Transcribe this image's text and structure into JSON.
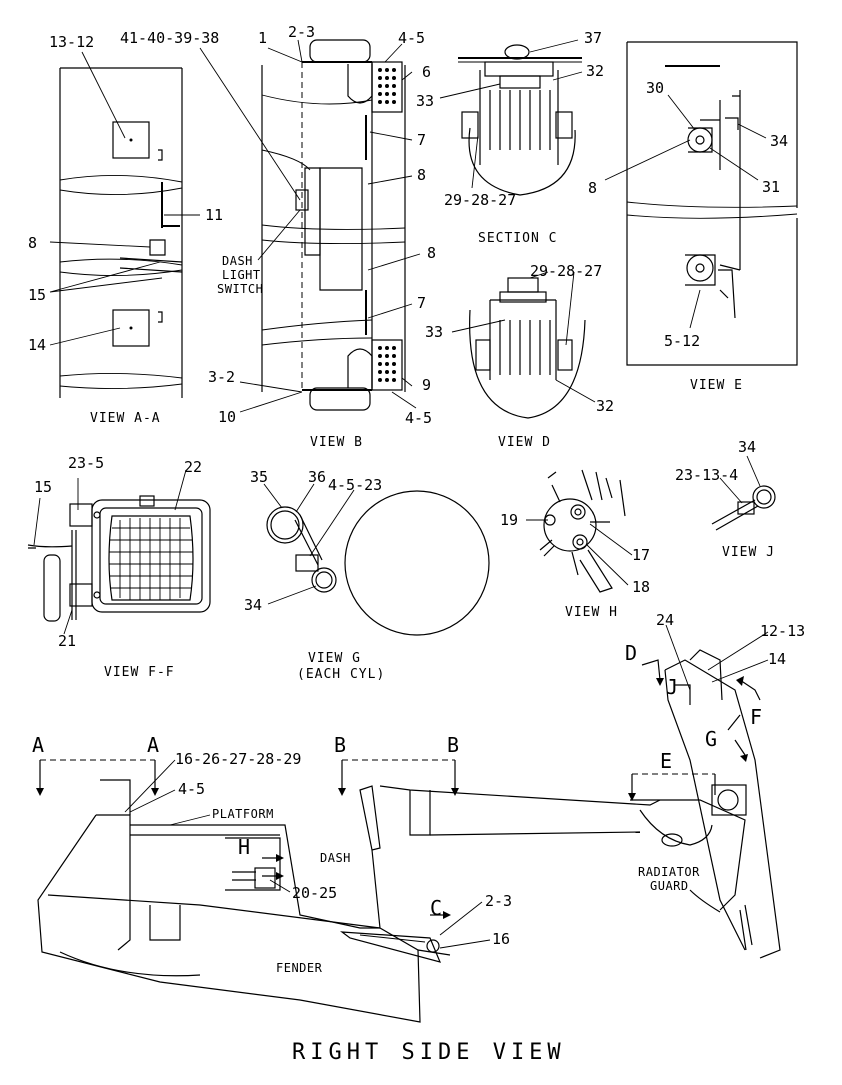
{
  "title": "RIGHT SIDE VIEW",
  "views": {
    "view_aa": "VIEW A-A",
    "view_b": "VIEW B",
    "section_c": "SECTION C",
    "view_d": "VIEW D",
    "view_e": "VIEW E",
    "view_ff": "VIEW F-F",
    "view_g_line1": "VIEW G",
    "view_g_line2": "(EACH CYL)",
    "view_h": "VIEW H",
    "view_j": "VIEW J"
  },
  "labels": {
    "dash_light_switch_1": "DASH",
    "dash_light_switch_2": "LIGHT",
    "dash_light_switch_3": "SWITCH",
    "platform": "PLATFORM",
    "dash": "DASH",
    "fender": "FENDER",
    "radiator_guard_1": "RADIATOR",
    "radiator_guard_2": "GUARD"
  },
  "section_letters": {
    "a_left": "A",
    "a_right": "A",
    "b_left": "B",
    "b_right": "B",
    "c": "C",
    "d": "D",
    "e": "E",
    "f": "F",
    "g": "G",
    "h": "H",
    "j": "J"
  },
  "callouts": {
    "aa_13_12": "13-12",
    "aa_11": "11",
    "aa_8": "8",
    "aa_15": "15",
    "aa_14": "14",
    "b_41": "41-40-39-38",
    "b_1": "1",
    "b_2_3": "2-3",
    "b_4_5_top": "4-5",
    "b_6": "6",
    "b_7_top": "7",
    "b_8_top": "8",
    "b_8_mid": "8",
    "b_7_bot": "7",
    "b_9": "9",
    "b_3_2": "3-2",
    "b_10": "10",
    "b_4_5_bot": "4-5",
    "c_37": "37",
    "c_32": "32",
    "c_33": "33",
    "c_29": "29-28-27",
    "d_29": "29-28-27",
    "d_33": "33",
    "d_32": "32",
    "e_30": "30",
    "e_34": "34",
    "e_8": "8",
    "e_31": "31",
    "e_5_12": "5-12",
    "ff_23_5": "23-5",
    "ff_22": "22",
    "ff_15": "15",
    "ff_21": "21",
    "g_35": "35",
    "g_36": "36",
    "g_4_5_23": "4-5-23",
    "g_34": "34",
    "h_19": "19",
    "h_17": "17",
    "h_18": "18",
    "j_34": "34",
    "j_23_13_4": "23-13-4",
    "m_24": "24",
    "m_12_13": "12-13",
    "m_14": "14",
    "m_16_26": "16-26-27-28-29",
    "m_4_5": "4-5",
    "m_20_25": "20-25",
    "m_2_3": "2-3",
    "m_16": "16"
  }
}
